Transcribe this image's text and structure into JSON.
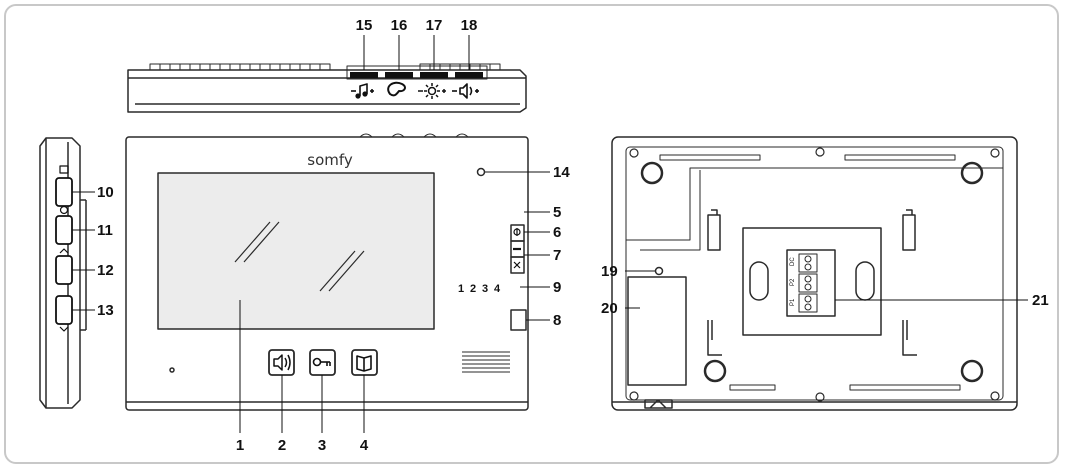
{
  "brand": "somfy",
  "callouts": {
    "c1": "1",
    "c2": "2",
    "c3": "3",
    "c4": "4",
    "c5": "5",
    "c6": "6",
    "c7": "7",
    "c8": "8",
    "c9": "9",
    "c10": "10",
    "c11": "11",
    "c12": "12",
    "c13": "13",
    "c14": "14",
    "c15": "15",
    "c16": "16",
    "c17": "17",
    "c18": "18",
    "c19": "19",
    "c20": "20",
    "c21": "21"
  },
  "channel_labels": [
    "1",
    "2",
    "3",
    "4"
  ],
  "terminal_labels": {
    "dc": "DC",
    "p2": "P2",
    "p1": "P1"
  },
  "colors": {
    "outline": "#2a2a2a",
    "screen_fill": "#ececec",
    "body_fill": "#ffffff",
    "border": "#c8c8c8"
  },
  "icons": {
    "top_controls": [
      "melody-icon",
      "palette-icon",
      "brightness-icon",
      "volume-icon"
    ],
    "front_buttons": [
      "speaker-icon",
      "key-icon",
      "book-icon"
    ]
  }
}
